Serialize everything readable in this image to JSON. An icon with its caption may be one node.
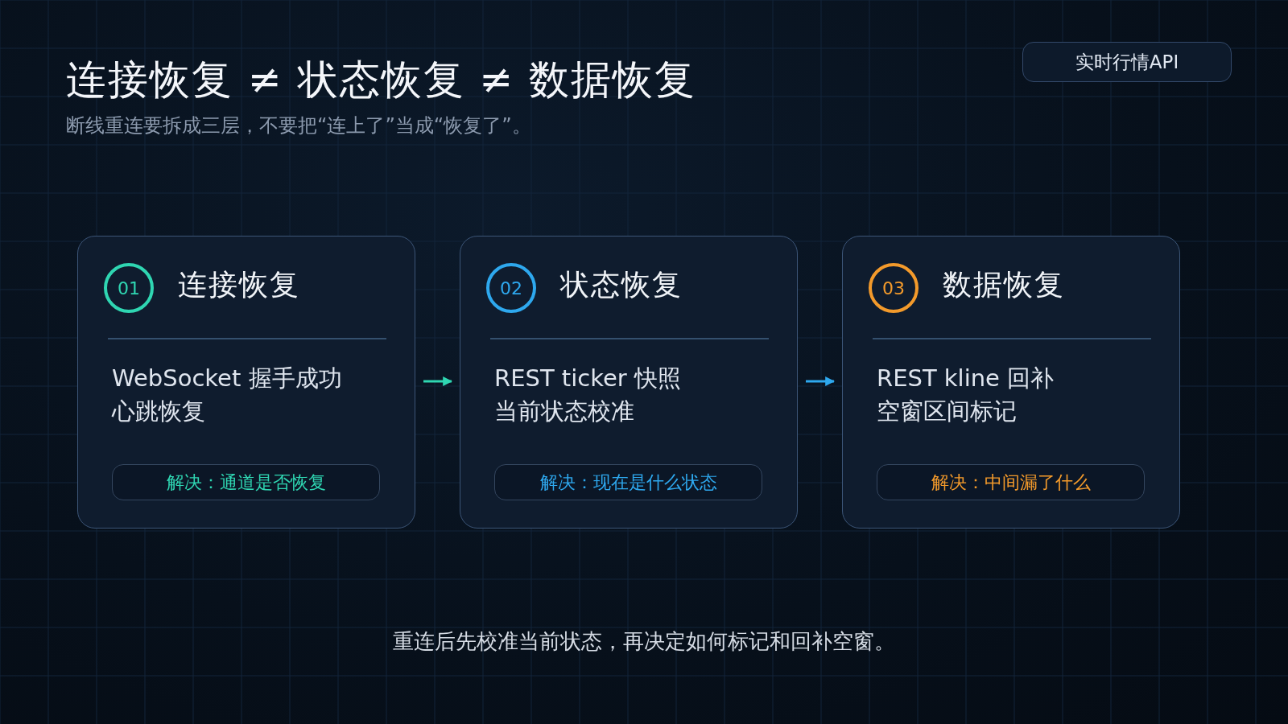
{
  "diagram": {
    "title": "连接恢复 ≠ 状态恢复 ≠ 数据恢复",
    "caption": "重连后先校准当前状态，再决定如何标记和回补空窗。",
    "nodes": [
      {
        "text": [
          "连接恢复",
          "WebSocket 握手成功",
          "心跳恢复"
        ]
      },
      {
        "text": [
          "01"
        ],
        "in": 0
      },
      {
        "text": [
          "解决：通道是否恢复"
        ],
        "in": 0
      },
      {
        "text": [
          "状态恢复",
          "REST ticker 快照",
          "当前状态校准"
        ]
      },
      {
        "text": [
          "02"
        ],
        "in": 3
      },
      {
        "text": [
          "解决：现在是什么状态"
        ],
        "in": 3
      },
      {
        "text": [
          "数据恢复",
          "REST kline 回补",
          "空窗区间标记"
        ]
      },
      {
        "text": [
          "03"
        ],
        "in": 6
      },
      {
        "text": [
          "解决：中间漏了什么"
        ],
        "in": 6
      },
      {
        "text": [
          "实时行情API"
        ]
      }
    ],
    "edges": [
      {
        "from": 0,
        "to": 3,
        "arrow": "to",
        "color": "#2fd6b2"
      },
      {
        "from": 3,
        "to": 6,
        "arrow": "to",
        "color": "#2ea8ee"
      }
    ],
    "labels": [
      "断线重连要拆成三层，不要把“连上了”当成“恢复了”。"
    ]
  }
}
